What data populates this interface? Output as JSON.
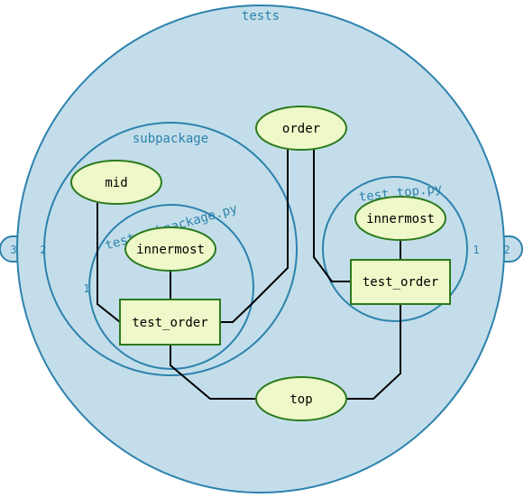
{
  "colors": {
    "scope_fill": "#c3deea",
    "scope_stroke": "#2d82ad",
    "scope_label": "#2d82ad",
    "fixture_fill": "#eef8c8",
    "fixture_stroke": "#2b7a1d",
    "line": "#000000",
    "text": "#000000",
    "background": "#ffffff"
  },
  "scopes": {
    "tests": "tests",
    "subpackage": "subpackage",
    "test_subpackage": "test_subpackage.py",
    "test_top": "test_top.py"
  },
  "nodes": {
    "order": "order",
    "mid": "mid",
    "innermost_sub": "innermost",
    "test_order_sub": "test_order",
    "innermost_top": "innermost",
    "test_order_top": "test_order",
    "top": "top"
  },
  "tabs": {
    "tests_left": "3",
    "subpackage_left": "2",
    "test_subpackage_left": "1",
    "test_top_right": "1",
    "tests_right": "2"
  }
}
